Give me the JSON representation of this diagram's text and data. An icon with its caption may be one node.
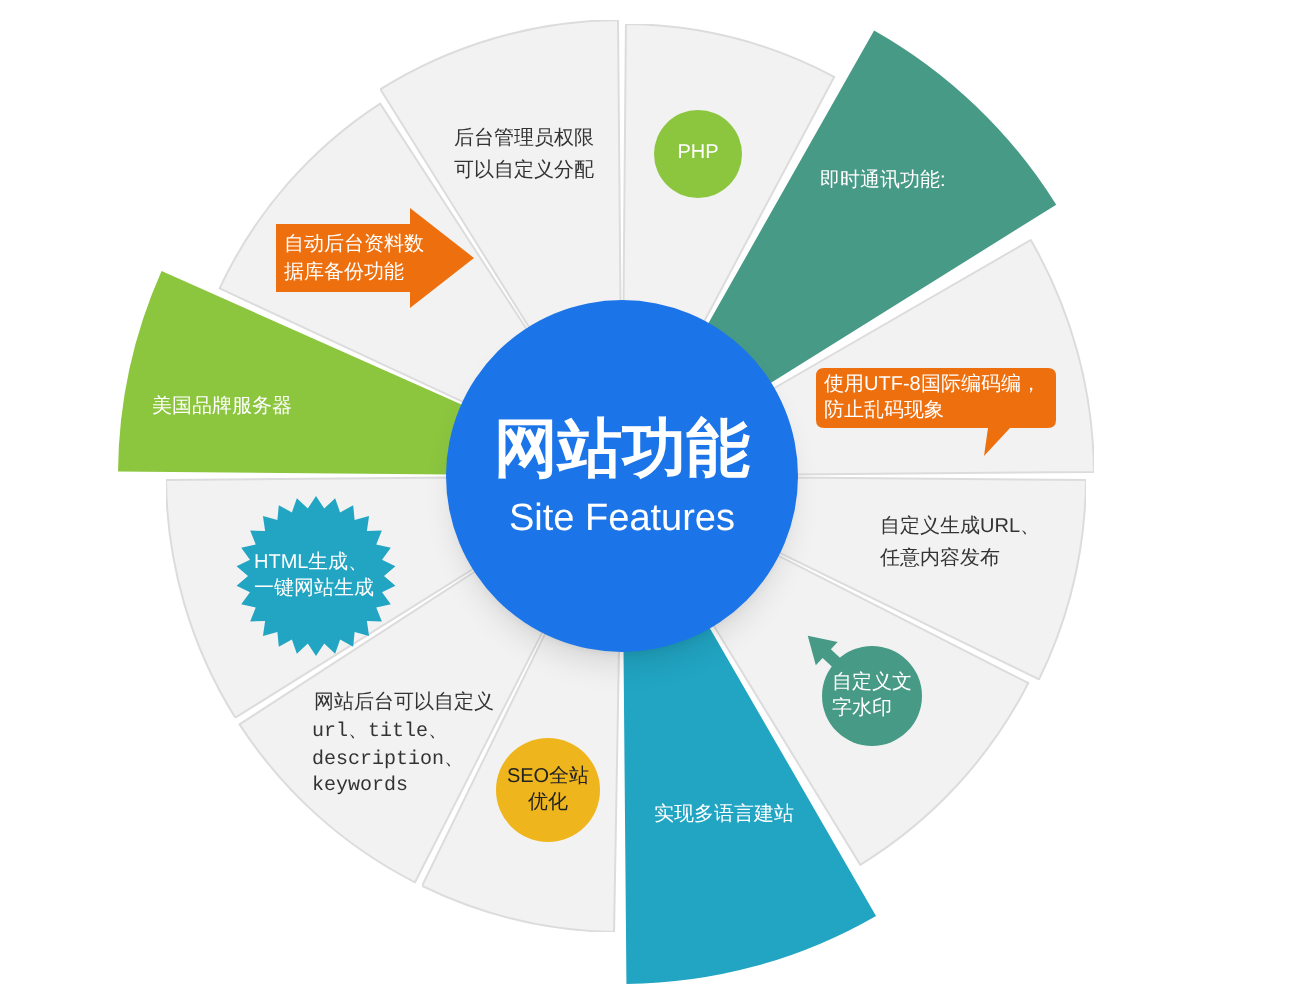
{
  "diagram": {
    "nodes": [
      {
        "text": [
          "网站功能",
          "Site Features"
        ]
      },
      {
        "text": [
          "美国品牌服务器"
        ]
      },
      {
        "text": [],
        "shape": "wedge"
      },
      {
        "text": [
          "自动后台资料数据库备份功能"
        ],
        "in": 2
      },
      {
        "text": [
          "后台管理员权限可以自定义分配"
        ]
      },
      {
        "text": [],
        "shape": "wedge"
      },
      {
        "text": [
          "PHP"
        ],
        "in": 5
      },
      {
        "text": [
          "即时通讯功能:"
        ]
      },
      {
        "text": [],
        "shape": "wedge"
      },
      {
        "text": [
          "使用UTF-8国际编码编，防止乱码现象"
        ],
        "in": 8
      },
      {
        "text": [
          "自定义生成URL、任意内容发布"
        ]
      },
      {
        "text": [],
        "shape": "wedge"
      },
      {
        "text": [
          "自定义文字水印"
        ],
        "in": 11
      },
      {
        "text": [
          "实现多语言建站"
        ]
      },
      {
        "text": [],
        "shape": "wedge"
      },
      {
        "text": [
          "SEO全站优化"
        ],
        "in": 14
      },
      {
        "text": [
          "网站后台可以自定义",
          "url、title、description、keywords"
        ]
      },
      {
        "text": [],
        "shape": "wedge"
      },
      {
        "text": [
          "HTML生成、一键网站生成"
        ],
        "in": 17
      }
    ]
  }
}
